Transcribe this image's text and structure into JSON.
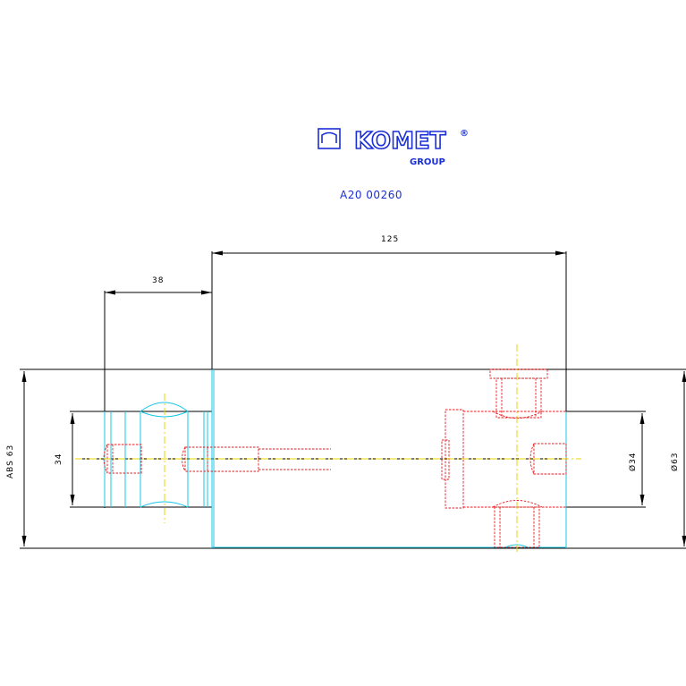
{
  "logo": {
    "brand": "KOMET",
    "registered": "®",
    "sub": "GROUP",
    "icon": "komet-bracket-icon"
  },
  "document": {
    "number": "A20 00260"
  },
  "dimensions": {
    "overall_length": "125",
    "offset": "38",
    "left_diameter": "34",
    "abs_size": "ABS 63",
    "right_small_diameter": "Ø34",
    "right_large_diameter": "Ø63"
  },
  "colors": {
    "outline": "#000000",
    "body": "#19c7e6",
    "hidden": "#e8191e",
    "centerline": "#e8d400",
    "brand": "#1a2fd6"
  }
}
